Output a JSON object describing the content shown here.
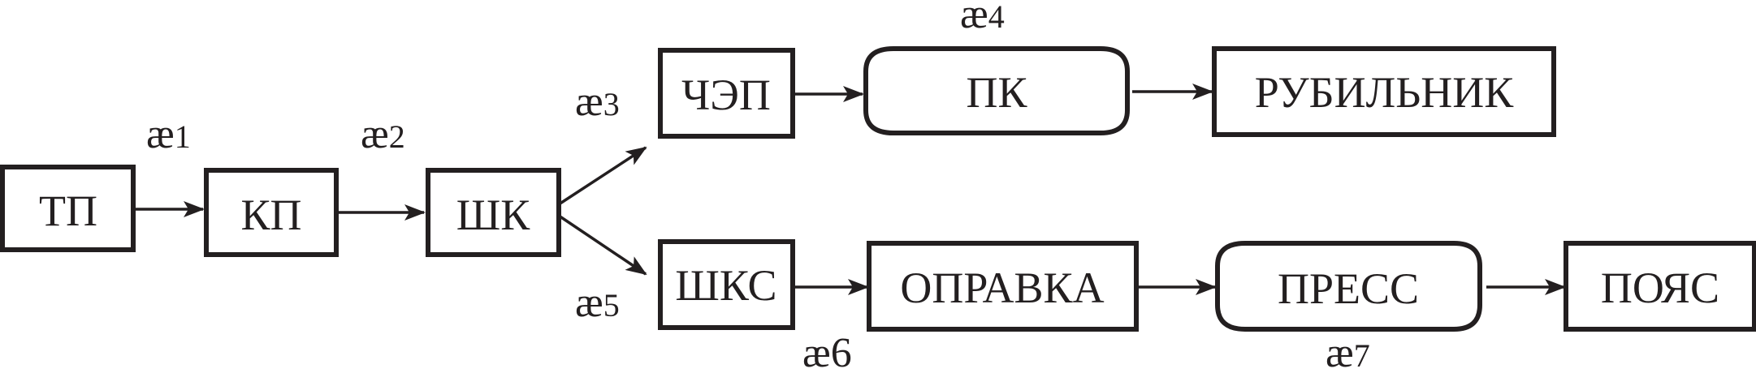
{
  "nodes": {
    "tp": "ТП",
    "kp": "КП",
    "shk": "ШК",
    "chep": "ЧЭП",
    "pk": "ПК",
    "rubilnik": "РУБИЛЬНИК",
    "shks": "ШКС",
    "opravka": "ОПРАВКА",
    "press": "ПРЕСС",
    "poyas": "ПОЯС"
  },
  "edge_labels": {
    "e1": {
      "main": "æ",
      "sub": "1"
    },
    "e2": {
      "main": "æ",
      "sub": "2"
    },
    "e3": {
      "main": "æ",
      "sub": "3"
    },
    "e4": {
      "main": "æ",
      "sub": "4"
    },
    "e5": {
      "main": "æ",
      "sub": "5"
    },
    "e6": {
      "main": "æ",
      "sub": "6"
    },
    "e7": {
      "main": "æ",
      "sub": "7"
    }
  },
  "colors": {
    "stroke": "#231f20",
    "background": "#ffffff"
  }
}
